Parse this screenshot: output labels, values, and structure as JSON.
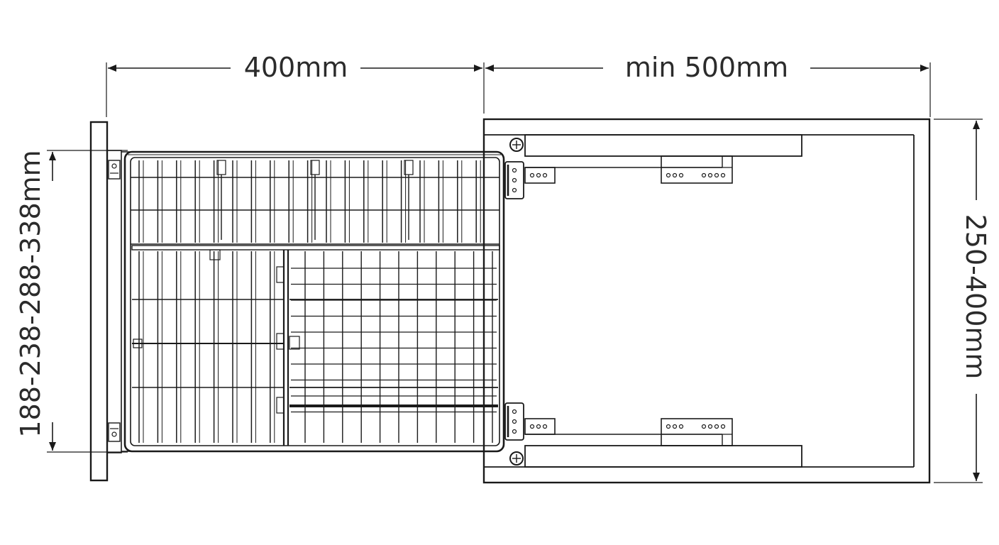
{
  "dimensions": {
    "basket_width": "400mm",
    "cabinet_depth": "min 500mm",
    "basket_height": "188-238-288-338mm",
    "cabinet_width": "250-400mm"
  }
}
